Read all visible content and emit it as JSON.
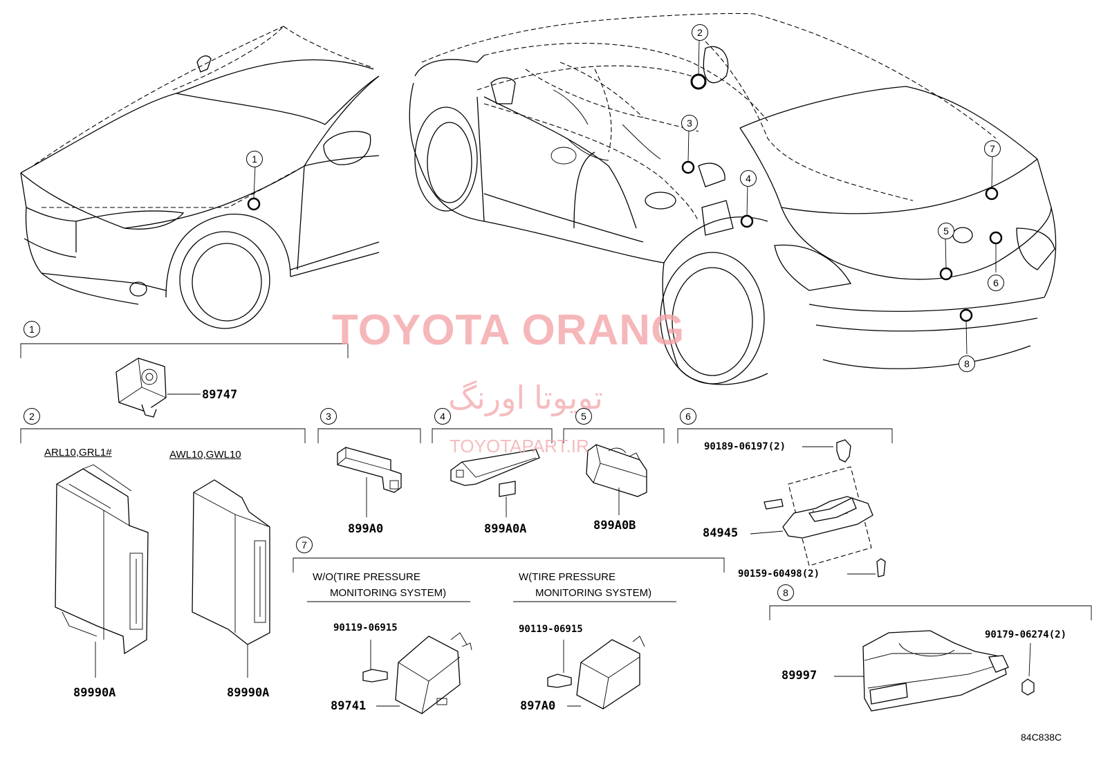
{
  "watermark": {
    "title": "TOYOTA ORANG",
    "persian": "تویوتا اورنگ",
    "site": "TOYOTAPART.IR",
    "color": "#f4a6aa"
  },
  "diagram_id": "84C838C",
  "callouts": [
    "1",
    "2",
    "3",
    "4",
    "5",
    "6",
    "7",
    "8"
  ],
  "groups": {
    "g1": {
      "num": "1",
      "parts": [
        "89747"
      ]
    },
    "g2": {
      "num": "2",
      "variant_a": "ARL10,GRL1#",
      "variant_b": "AWL10,GWL10",
      "part_a": "89990A",
      "part_b": "89990A"
    },
    "g3": {
      "num": "3",
      "part": "899A0"
    },
    "g4": {
      "num": "4",
      "part": "899A0A"
    },
    "g5": {
      "num": "5",
      "part": "899A0B"
    },
    "g6": {
      "num": "6",
      "clip": "90189-06197(2)",
      "part": "84945",
      "screw": "90159-60498(2)"
    },
    "g7": {
      "num": "7",
      "left_title_1": "W/O(TIRE PRESSURE",
      "left_title_2": "MONITORING SYSTEM)",
      "right_title_1": "W(TIRE PRESSURE",
      "right_title_2": "MONITORING SYSTEM)",
      "left_bolt": "90119-06915",
      "left_part": "89741",
      "right_bolt": "90119-06915",
      "right_part": "897A0"
    },
    "g8": {
      "num": "8",
      "part": "89997",
      "nut": "90179-06274(2)"
    }
  }
}
